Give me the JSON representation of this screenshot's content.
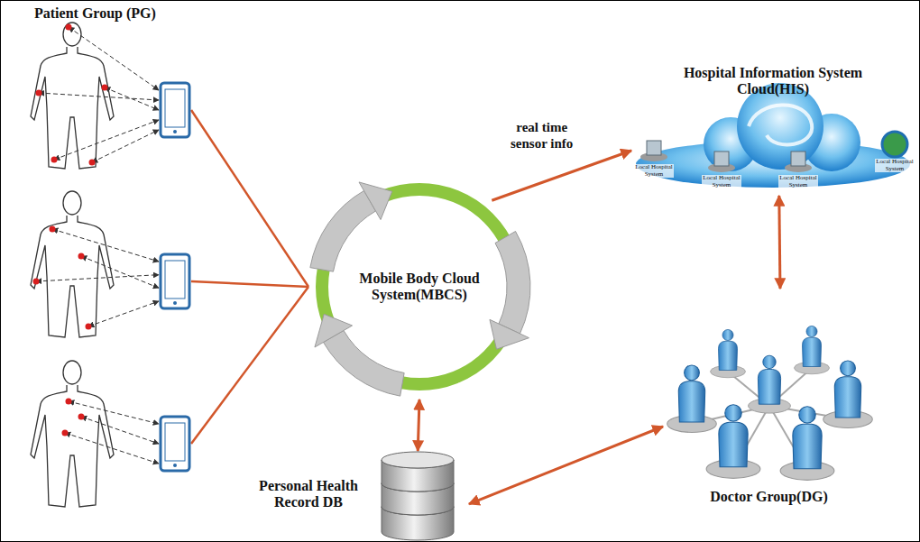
{
  "diagram": {
    "nodes": [
      {
        "text": [
          "Mobile Body Cloud System(MBCS)"
        ]
      },
      {
        "text": [
          "Hospital Information System Cloud(HIS)"
        ]
      },
      {
        "text": [
          "Personal Health Record DB"
        ]
      },
      {
        "text": [
          "Doctor Group(DG)"
        ]
      }
    ],
    "edges": [
      {
        "from": 0,
        "to": 1,
        "label": "real time sensor info",
        "arrow": "to"
      },
      {
        "from": 1,
        "to": 3,
        "arrow": "both"
      },
      {
        "from": 0,
        "to": 2,
        "arrow": "both"
      },
      {
        "from": 2,
        "to": 3,
        "arrow": "both"
      }
    ],
    "labels": [
      "Patient Group (PG)",
      "Local Hospital System",
      "Local Hospital System",
      "Local Hospital System",
      "Local Hospital System"
    ]
  }
}
